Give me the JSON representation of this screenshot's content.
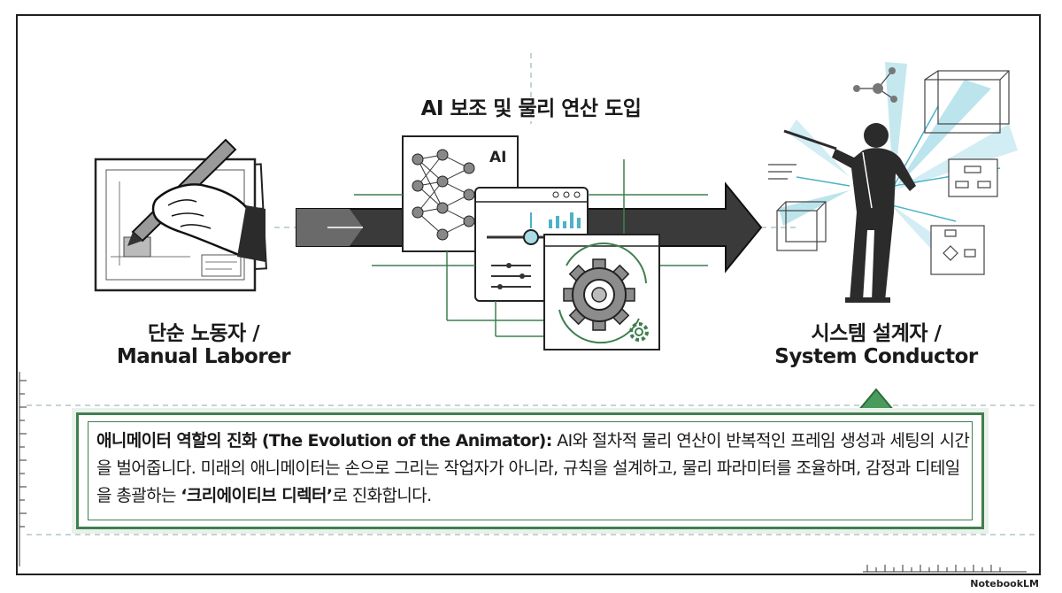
{
  "center_title": "AI 보조 및 물리 연산 도입",
  "left_label": {
    "line1": "단순 노동자 /",
    "line2": "Manual Laborer"
  },
  "right_label": {
    "line1": "시스템 설계자 /",
    "line2": "System Conductor"
  },
  "ai_badge": "AI",
  "callout": {
    "heading": "애니메이터 역할의 진화 (The Evolution of the Animator):",
    "part1": " AI와 절차적 물리 연산이 반복적인 프레임 생성과 세팅의 시간을 벌어줍니다. 미래의 애니메이터는 손으로 그리는 작업자가 아니라, 규칙을 설계하고, 물리 파라미터를 조율하며, 감정과 디테일을 총괄하는 ",
    "emphasis": "‘크리에이티브 디렉터’",
    "part2": "로 진화합니다."
  },
  "brand": "NotebookLM",
  "colors": {
    "accent_green": "#3f7f4e",
    "teal": "#4bb3c8",
    "dark": "#2b2b2b"
  },
  "icons": [
    "pencil-hand-icon",
    "neural-network-icon",
    "slider-panel-icon",
    "gear-icon",
    "conductor-icon"
  ]
}
